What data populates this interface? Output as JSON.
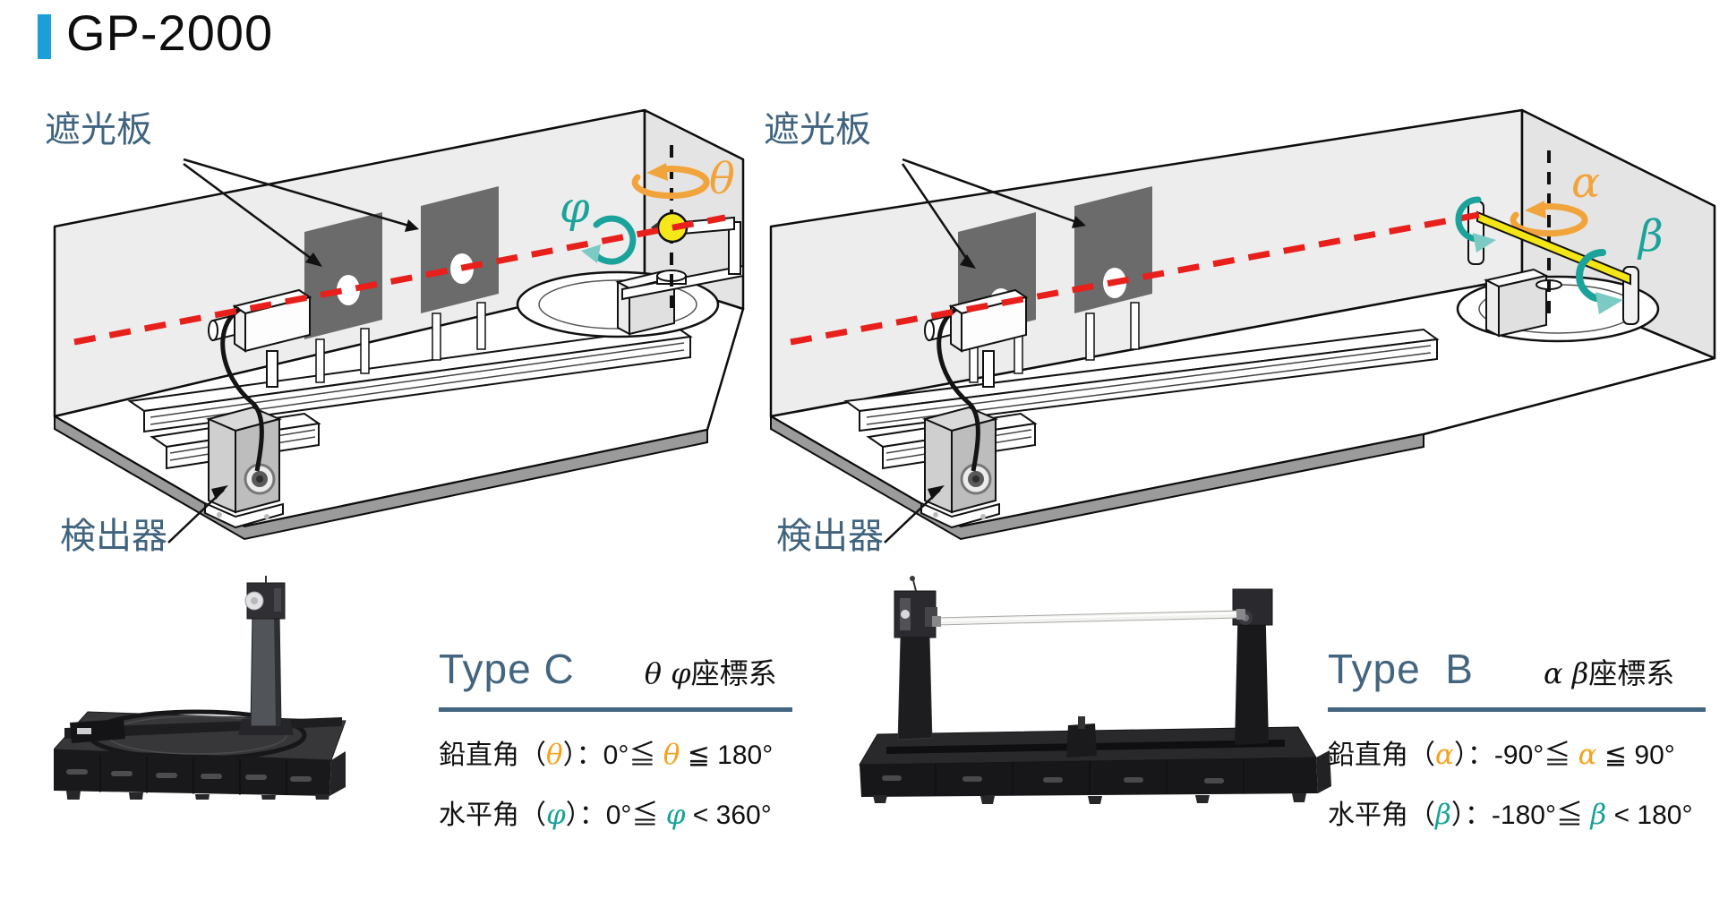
{
  "header": {
    "title": "GP-2000"
  },
  "colors": {
    "accent_blue": "#1a9fd9",
    "label_slate": "#40647f",
    "angle_orange": "#f5a21c",
    "angle_teal": "#17a29a",
    "beam_red": "#e7201c"
  },
  "diagram_c": {
    "shield_label": "遮光板",
    "detector_label": "検出器",
    "phi": "φ",
    "theta": "θ"
  },
  "diagram_b": {
    "shield_label": "遮光板",
    "detector_label": "検出器",
    "alpha": "α",
    "beta": "β"
  },
  "spec_c": {
    "title": "Type C",
    "coord_symbols": "θ φ",
    "coord_text": "座標系",
    "rows": [
      {
        "pre": "鉛直角（",
        "sym1": "θ",
        "mid": "）：0°≦ ",
        "sym2": "θ",
        "post": " ≦ 180°"
      },
      {
        "pre": "水平角（",
        "sym1": "φ",
        "mid": "）：0°≦ ",
        "sym2": "φ",
        "post": " < 360°"
      }
    ]
  },
  "spec_b": {
    "title": "Type  B",
    "coord_symbols": "α β",
    "coord_text": "座標系",
    "rows": [
      {
        "pre": "鉛直角（",
        "sym1": "α",
        "mid": "）：-90°≦ ",
        "sym2": "α",
        "post": " ≦ 90°"
      },
      {
        "pre": "水平角（",
        "sym1": "β",
        "mid": "）：-180°≦ ",
        "sym2": "β",
        "post": " < 180°"
      }
    ]
  }
}
